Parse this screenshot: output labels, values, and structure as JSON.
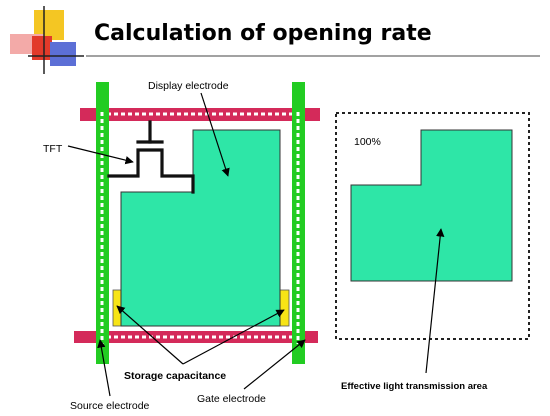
{
  "title": "Calculation of opening rate",
  "labels": {
    "display_electrode": "Display electrode",
    "tft": "TFT",
    "storage_capacitance": "Storage capacitance",
    "source_electrode": "Source electrode",
    "gate_electrode": "Gate electrode",
    "percent": "100%",
    "effective_area": "Effective light transmission area"
  },
  "colors": {
    "electrode_fill": "#2ee6a7",
    "bus_line_green": "#22cc22",
    "gate_line_crimson": "#d42a5a",
    "storage_yellow": "#f7e416",
    "logo_red": "#e23a2a",
    "logo_yellow": "#f4c623",
    "logo_blue": "#5c6fd6",
    "logo_pink": "#f3aaa8"
  }
}
